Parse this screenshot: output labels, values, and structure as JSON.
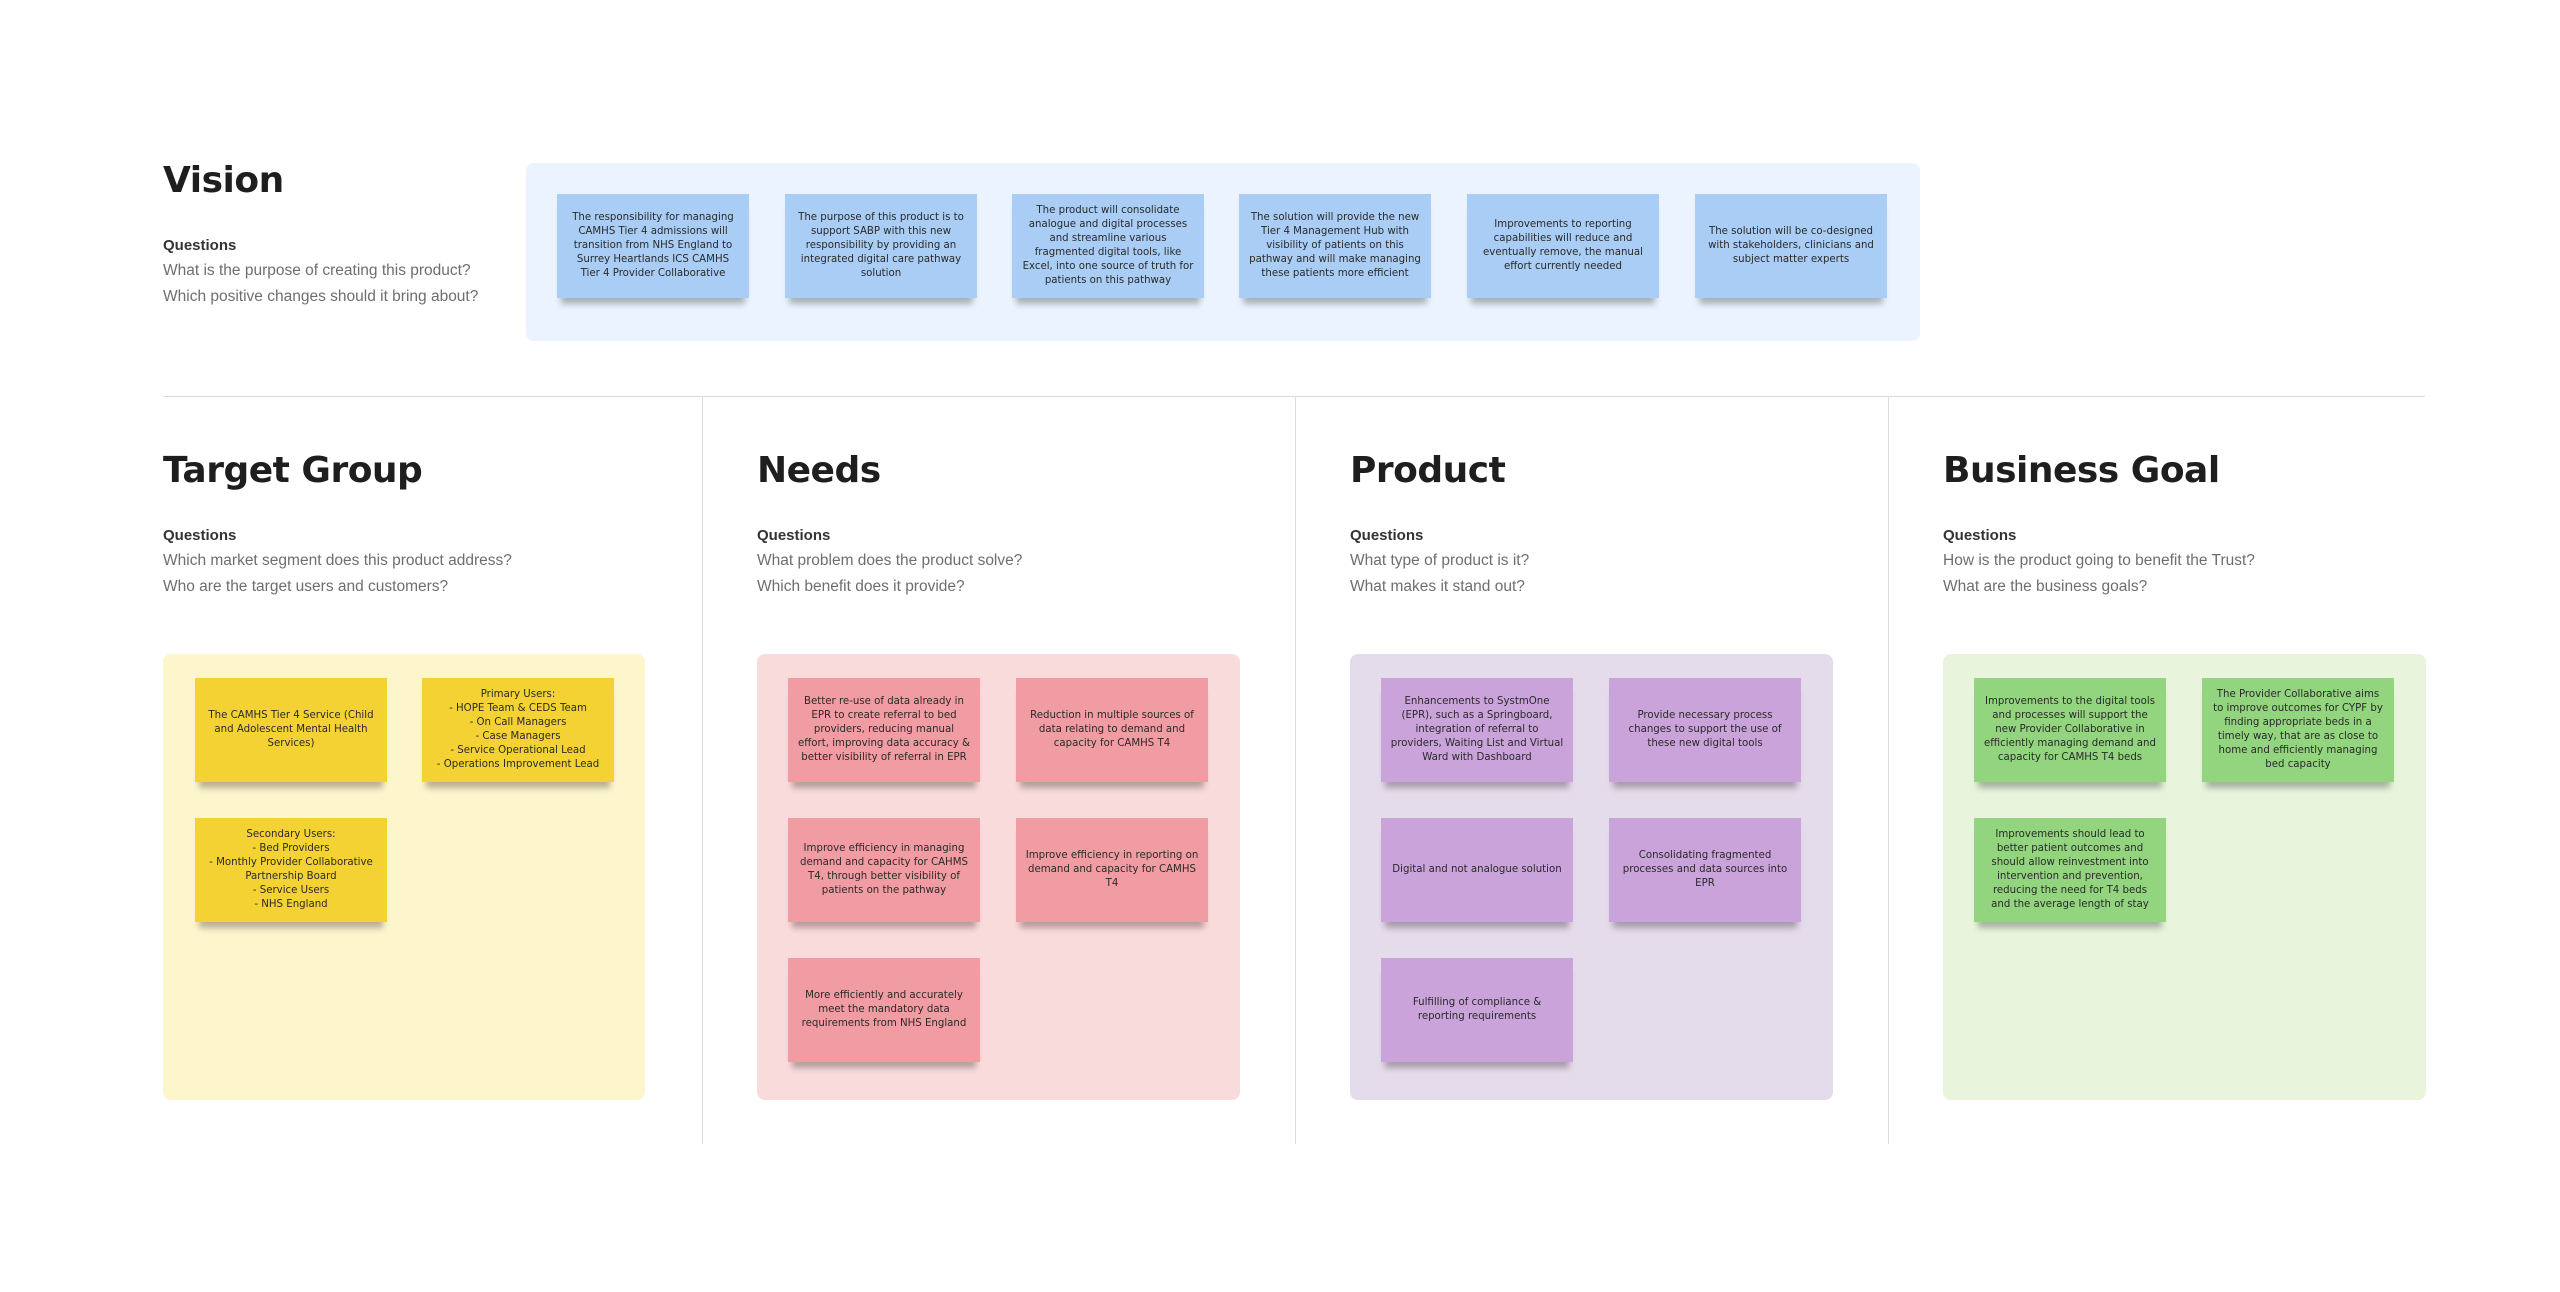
{
  "colors": {
    "vision_panel": "#ebf4fe",
    "vision_note": "#a9cdf4",
    "target_panel": "#fdf5cc",
    "target_note": "#f5d233",
    "needs_panel": "#fadbdb",
    "needs_note": "#f19ca2",
    "product_panel": "#e4dbeb",
    "product_note": "#c9a3d9",
    "business_panel": "#e8f5dc",
    "business_note": "#93d57e"
  },
  "vision": {
    "title": "Vision",
    "questions_label": "Questions",
    "questions": [
      "What is the purpose of creating this product?",
      "Which positive changes should it bring about?"
    ],
    "notes": [
      "The responsibility for managing CAMHS Tier 4 admissions will transition from NHS England to Surrey Heartlands ICS CAMHS Tier 4 Provider Collaborative",
      "The purpose of this product is to support SABP with this new responsibility by providing an integrated digital care pathway solution",
      "The product will consolidate analogue and digital processes and streamline various fragmented digital tools, like Excel, into one source of truth for patients on this pathway",
      "The solution will provide the new Tier 4 Management Hub with visibility of patients on this pathway and will make managing these patients more efficient",
      "Improvements to reporting capabilities will reduce and eventually remove, the manual effort currently needed",
      "The solution will be co-designed with stakeholders, clinicians and subject matter experts"
    ]
  },
  "target_group": {
    "title": "Target Group",
    "questions_label": "Questions",
    "questions": [
      "Which market segment does this product address?",
      "Who are the target users and customers?"
    ],
    "notes": [
      "The CAMHS Tier 4 Service (Child and Adolescent Mental Health Services)",
      "Primary Users:\n- HOPE Team & CEDS Team\n- On Call Managers\n- Case Managers\n- Service Operational Lead\n- Operations Improvement Lead",
      "Secondary Users:\n- Bed Providers\n- Monthly Provider Collaborative Partnership Board\n- Service Users\n- NHS England"
    ]
  },
  "needs": {
    "title": "Needs",
    "questions_label": "Questions",
    "questions": [
      "What problem does the product solve?",
      "Which benefit does it provide?"
    ],
    "notes": [
      "Better re-use of data already in EPR to create referral to bed providers, reducing manual effort, improving data accuracy & better visibility of referral in EPR",
      "Reduction in multiple sources of data relating to demand and capacity for CAMHS T4",
      "Improve efficiency in managing demand and capacity for CAHMS T4, through better visibility of patients on the pathway",
      "Improve efficiency in reporting on demand and capacity for CAMHS T4",
      "More efficiently and accurately meet the mandatory data requirements from NHS England"
    ]
  },
  "product": {
    "title": "Product",
    "questions_label": "Questions",
    "questions": [
      "What type of product is it?",
      "What makes it stand out?"
    ],
    "notes": [
      "Enhancements to SystmOne (EPR), such as a Springboard, integration of referral to providers, Waiting List and Virtual Ward with Dashboard",
      "Provide necessary process changes to support the use of these new digital tools",
      "Digital and not analogue solution",
      "Consolidating fragmented processes and data sources into EPR",
      "Fulfilling of compliance & reporting requirements"
    ]
  },
  "business_goal": {
    "title": "Business Goal",
    "questions_label": "Questions",
    "questions": [
      "How is the product going to benefit the Trust?",
      "What are the business goals?"
    ],
    "notes": [
      "Improvements to the digital tools and processes will support the new Provider Collaborative in efficiently managing demand and capacity for CAMHS T4 beds",
      "The Provider Collaborative aims to improve outcomes for CYPF by finding appropriate beds in a timely way, that are as close to home and efficiently managing bed capacity",
      "Improvements should lead to better patient outcomes and should allow reinvestment into intervention and prevention, reducing the need for T4 beds and the average length of stay"
    ]
  }
}
